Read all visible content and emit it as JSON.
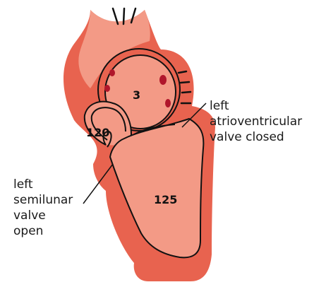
{
  "labels": {
    "left_av_line1": "left",
    "left_av_line2": "atrioventricular",
    "left_av_line3": "valve closed",
    "left_sl_line1": "left",
    "left_sl_line2": "semilunar",
    "left_sl_line3": "valve",
    "left_sl_line4": "open"
  },
  "values": {
    "left_atrium": "3",
    "aorta": "120",
    "left_ventricle": "125"
  },
  "colors": {
    "outer_tissue": "#e8634f",
    "inner_tissue": "#f39a86",
    "atrium_spots": "#b0162b",
    "outline": "#111111"
  }
}
